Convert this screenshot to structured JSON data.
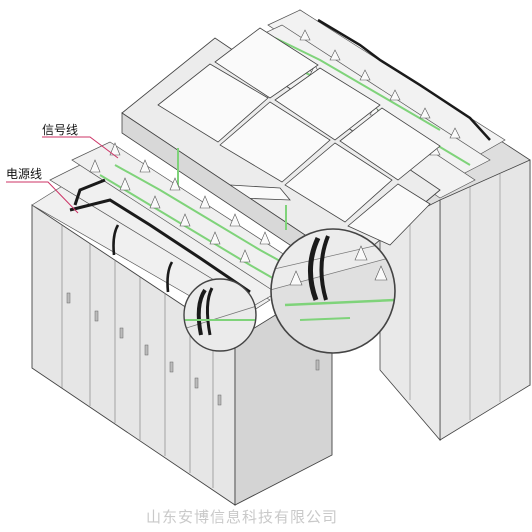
{
  "labels": {
    "signal_cable": "信号线",
    "power_cable": "电源线"
  },
  "watermark": "山东安博信息科技有限公司",
  "colors": {
    "signal_cable": "#7fd37a",
    "power_cable": "#1a1a1a",
    "callout_line": "#cc3366",
    "cabinet_front": "#e4e4e4",
    "cabinet_side": "#d2d2d2",
    "ceiling_panel": "#f7f7f7",
    "outline": "#444444"
  },
  "icons": {
    "detail_magnifier_large": "magnifier-circle-icon",
    "detail_magnifier_small": "magnifier-circle-icon"
  }
}
